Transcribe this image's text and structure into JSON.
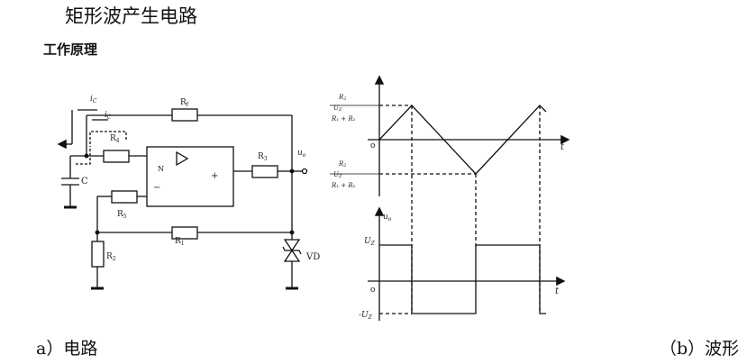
{
  "page": {
    "title": "矩形波产生电路",
    "subtitle": "工作原理",
    "caption_a": "a）电路",
    "caption_b": "（b）波形"
  },
  "circuit": {
    "labels": {
      "ic_top": "i",
      "ic_top_sub": "C",
      "ic_mid": "i",
      "ic_mid_sub": "C",
      "r4": "R",
      "r4_sub": "4",
      "r_top": "R",
      "r_top_sub": "f",
      "r3": "R",
      "r3_sub": "3",
      "r5": "R",
      "r5_sub": "5",
      "r1": "R",
      "r1_sub": "1",
      "r2": "R",
      "r2_sub": "2",
      "cap": "C",
      "vd": "VD",
      "uo": "u",
      "uo_sub": "o",
      "opamp_n": "N",
      "opamp_minus": "−",
      "opamp_plus": "+"
    }
  },
  "waveform": {
    "top_upper_frac_num": "R",
    "top_upper_frac_num_sub": "2",
    "top_upper_frac_mid": "U",
    "top_upper_frac_mid_sub": "Z",
    "top_upper_frac_den": "R₁ + R₂",
    "top_lower_frac_num": "R",
    "top_lower_frac_num_sub": "2",
    "top_lower_frac_mid": "U",
    "top_lower_frac_mid_sub": "Z",
    "top_lower_frac_den": "R₁ + R₂",
    "top_origin": "o",
    "top_t": "t",
    "bot_uo": "u",
    "bot_uo_sub": "o",
    "bot_uz_pos": "U",
    "bot_uz_pos_sub": "Z",
    "bot_uz_neg": "-U",
    "bot_uz_neg_sub": "Z",
    "bot_origin": "o",
    "bot_t": "t"
  }
}
